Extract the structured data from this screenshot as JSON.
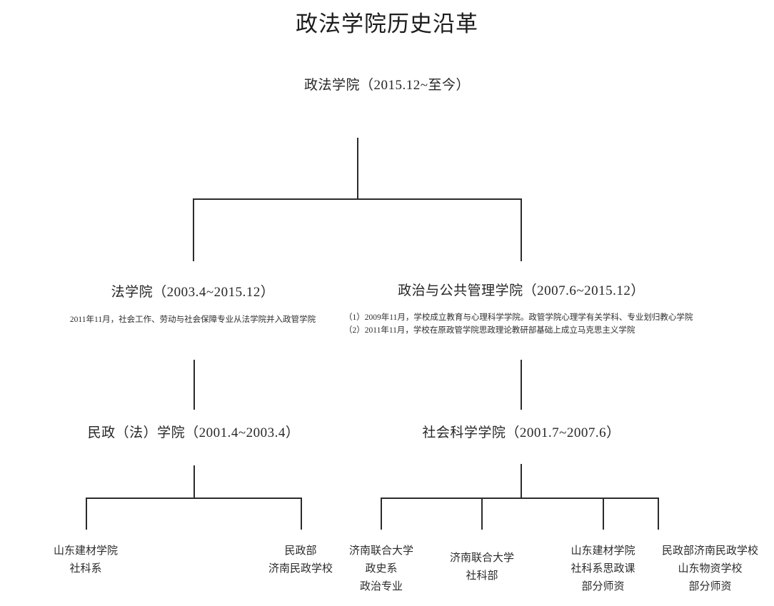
{
  "page": {
    "title": "政法学院历史沿革",
    "background_color": "#ffffff",
    "line_color": "#2b2b2b",
    "text_color": "#262626"
  },
  "chart_data": {
    "type": "diagram",
    "diagram_kind": "organizational-history-tree",
    "title": "政法学院历史沿革",
    "orientation": "top-down",
    "levels": 4,
    "nodes": [
      {
        "id": "root",
        "label": "政法学院（2015.12~至今）",
        "level": 0,
        "children": [
          "law",
          "pubadmin"
        ]
      },
      {
        "id": "law",
        "label": "法学院（2003.4~2015.12）",
        "level": 1,
        "children": [
          "civil"
        ],
        "notes": [
          "2011年11月，社会工作、劳动与社会保障专业从法学院并入政管学院"
        ]
      },
      {
        "id": "pubadmin",
        "label": "政治与公共管理学院（2007.6~2015.12）",
        "level": 1,
        "children": [
          "socsci"
        ],
        "notes": [
          "（1）2009年11月，学校成立教育与心理科学学院。政管学院心理学有关学科、专业划归教心学院",
          "（2）2011年11月，学校在原政管学院思政理论教研部基础上成立马克思主义学院"
        ]
      },
      {
        "id": "civil",
        "label": "民政（法）学院（2001.4~2003.4）",
        "level": 2,
        "children": [
          "leaf1",
          "leaf2"
        ]
      },
      {
        "id": "socsci",
        "label": "社会科学学院（2001.7~2007.6）",
        "level": 2,
        "children": [
          "leaf3",
          "leaf4",
          "leaf5",
          "leaf6"
        ]
      },
      {
        "id": "leaf1",
        "level": 3,
        "lines": [
          "山东建材学院",
          "社科系"
        ]
      },
      {
        "id": "leaf2",
        "level": 3,
        "lines": [
          "民政部",
          "济南民政学校"
        ]
      },
      {
        "id": "leaf3",
        "level": 3,
        "lines": [
          "济南联合大学",
          "政史系",
          "政治专业"
        ]
      },
      {
        "id": "leaf4",
        "level": 3,
        "lines": [
          "济南联合大学",
          "社科部"
        ]
      },
      {
        "id": "leaf5",
        "level": 3,
        "lines": [
          "山东建材学院",
          "社科系思政课",
          "部分师资"
        ]
      },
      {
        "id": "leaf6",
        "level": 3,
        "lines": [
          "民政部济南民政学校",
          "山东物资学校",
          "部分师资"
        ]
      }
    ]
  },
  "tree": {
    "title": "政法学院历史沿革",
    "root": {
      "label": "政法学院（2015.12~至今）"
    },
    "law": {
      "label": "法学院（2003.4~2015.12）",
      "note1": "2011年11月，社会工作、劳动与社会保障专业从法学院并入政管学院"
    },
    "pubadmin": {
      "label": "政治与公共管理学院（2007.6~2015.12）",
      "note1": "（1）2009年11月，学校成立教育与心理科学学院。政管学院心理学有关学科、专业划归教心学院",
      "note2": "（2）2011年11月，学校在原政管学院思政理论教研部基础上成立马克思主义学院"
    },
    "civil": {
      "label": "民政（法）学院（2001.4~2003.4）"
    },
    "socsci": {
      "label": "社会科学学院（2001.7~2007.6）"
    },
    "leaves": [
      {
        "line1": "山东建材学院",
        "line2": "社科系",
        "line3": ""
      },
      {
        "line1": "民政部",
        "line2": "济南民政学校",
        "line3": ""
      },
      {
        "line1": "济南联合大学",
        "line2": "政史系",
        "line3": "政治专业"
      },
      {
        "line1": "济南联合大学",
        "line2": "社科部",
        "line3": ""
      },
      {
        "line1": "山东建材学院",
        "line2": "社科系思政课",
        "line3": "部分师资"
      },
      {
        "line1": "民政部济南民政学校",
        "line2": "山东物资学校",
        "line3": "部分师资"
      }
    ]
  }
}
